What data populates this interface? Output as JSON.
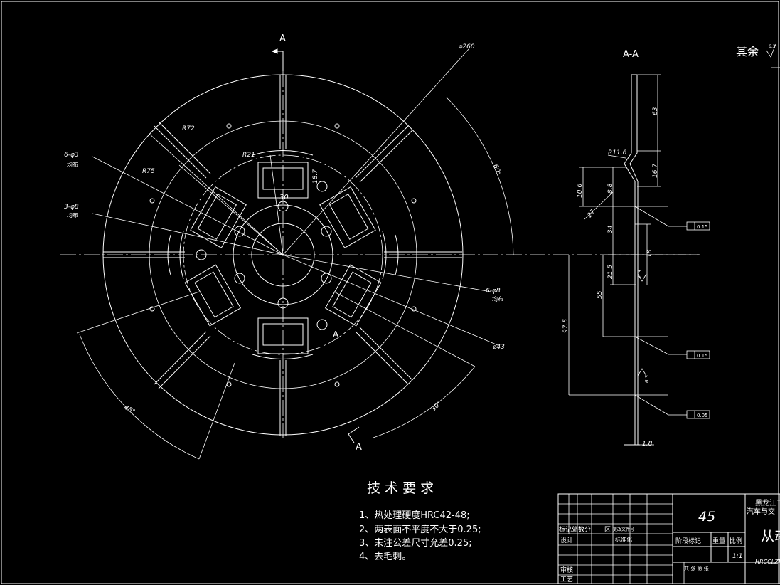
{
  "section_label": "A",
  "section_view_title": "A-A",
  "surface_finish_note": "其余",
  "surface_finish_value": "6.3",
  "dimensions": {
    "d260": "⌀260",
    "d43": "⌀43",
    "r72": "R72",
    "r75": "R75",
    "r21": "R21",
    "w30": "30",
    "h18_7": "18.7",
    "holes_6_d3": "6-φ3",
    "holes_3_d8": "3-φ8",
    "holes_6_d8": "6-φ8",
    "evenly": "均布",
    "ang60": "60°",
    "ang45": "45°",
    "ang30": "30°",
    "r11_6": "R11.6",
    "d63": "63",
    "d16_7": "16.7",
    "d10_6": "10.6",
    "d8_8": "8.8",
    "d27": "27",
    "d34": "34",
    "d18": "18",
    "d21_5": "21.5",
    "d55": "55",
    "d97_5": "97.5",
    "d1_8": "1.8",
    "tol": "0.15",
    "tol2": "0.05",
    "rough1": "6.3",
    "rough2": "6.3"
  },
  "tech_requirements": {
    "title": "技 术 要 求",
    "items": [
      "1、热处理硬度HRC42-48;",
      "2、两表面不平度不大于0.25;",
      "3、未注公差尺寸允差0.25;",
      "4、去毛刺。"
    ]
  },
  "title_block": {
    "material": "45",
    "school": "黑龙江工",
    "dept": "汽车与交",
    "part_name": "从动",
    "mark_row": "标记处数分",
    "zone": "区",
    "change_doc": "更改文件号",
    "designer": "设计",
    "standardization": "标准化",
    "stage_mark": "阶段标记",
    "weight": "重量",
    "scale_label": "比例",
    "scale_value": "1:1",
    "reviewer": "审核",
    "process": "工艺",
    "sheets": "共 张  第 张",
    "drawing_no": "HRCCLZHG"
  },
  "colors": {
    "background": "#000000",
    "lines": "#ffffff"
  }
}
